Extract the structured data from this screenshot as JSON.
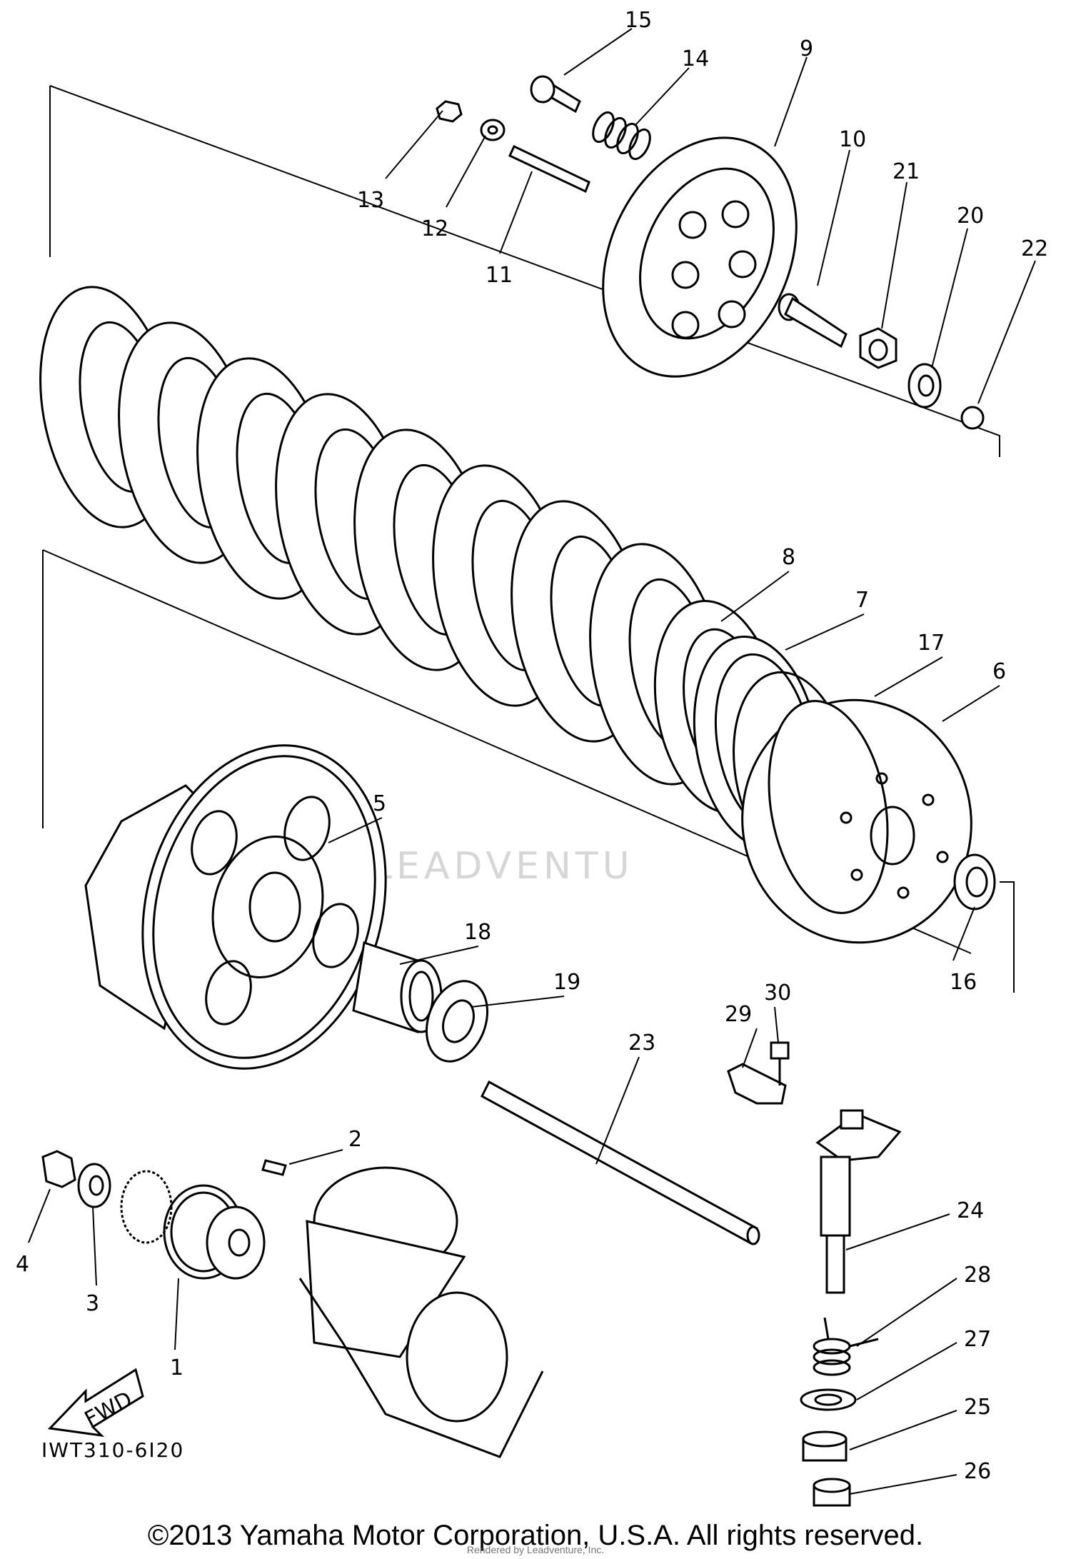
{
  "callouts": [
    {
      "label": "1"
    },
    {
      "label": "2"
    },
    {
      "label": "3"
    },
    {
      "label": "4"
    },
    {
      "label": "5"
    },
    {
      "label": "6"
    },
    {
      "label": "7"
    },
    {
      "label": "8"
    },
    {
      "label": "9"
    },
    {
      "label": "10"
    },
    {
      "label": "11"
    },
    {
      "label": "12"
    },
    {
      "label": "13"
    },
    {
      "label": "14"
    },
    {
      "label": "15"
    },
    {
      "label": "16"
    },
    {
      "label": "17"
    },
    {
      "label": "18"
    },
    {
      "label": "19"
    },
    {
      "label": "20"
    },
    {
      "label": "21"
    },
    {
      "label": "22"
    },
    {
      "label": "23"
    },
    {
      "label": "24"
    },
    {
      "label": "25"
    },
    {
      "label": "26"
    },
    {
      "label": "27"
    },
    {
      "label": "28"
    },
    {
      "label": "29"
    },
    {
      "label": "30"
    }
  ],
  "direction_arrow": {
    "label": "FWD"
  },
  "diagram_code": "IWT310-6I20",
  "watermark": "LEADVENTU",
  "copyright": "©2013 Yamaha Motor Corporation, U.S.A. All rights reserved.",
  "render_note": "Rendered by Leadventure, Inc."
}
